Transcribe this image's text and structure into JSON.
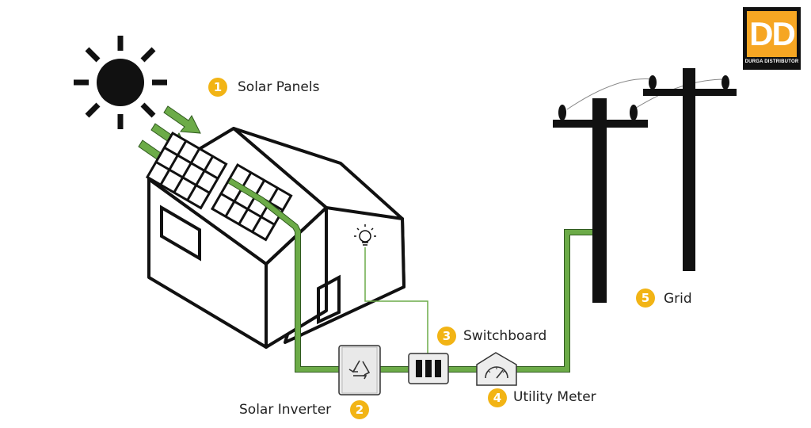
{
  "labels": {
    "solar_panels": {
      "num": "1",
      "text": "Solar Panels"
    },
    "solar_inverter": {
      "num": "2",
      "text": "Solar Inverter"
    },
    "switchboard": {
      "num": "3",
      "text": "Switchboard"
    },
    "utility_meter": {
      "num": "4",
      "text": "Utility Meter"
    },
    "grid": {
      "num": "5",
      "text": "Grid"
    }
  },
  "logo": {
    "letters": "DD",
    "name": "DURGA DISTRIBUTOR"
  },
  "colors": {
    "wire": "#6cab48",
    "arrow": "#6cab48",
    "badge": "#f2b415",
    "logo": "#f6a623",
    "ink": "#111111"
  },
  "icons": [
    "sun-icon",
    "solar-panel-icon",
    "light-bulb-icon",
    "recycle-icon",
    "switchboard-icon",
    "gauge-icon",
    "utility-pole-icon"
  ]
}
